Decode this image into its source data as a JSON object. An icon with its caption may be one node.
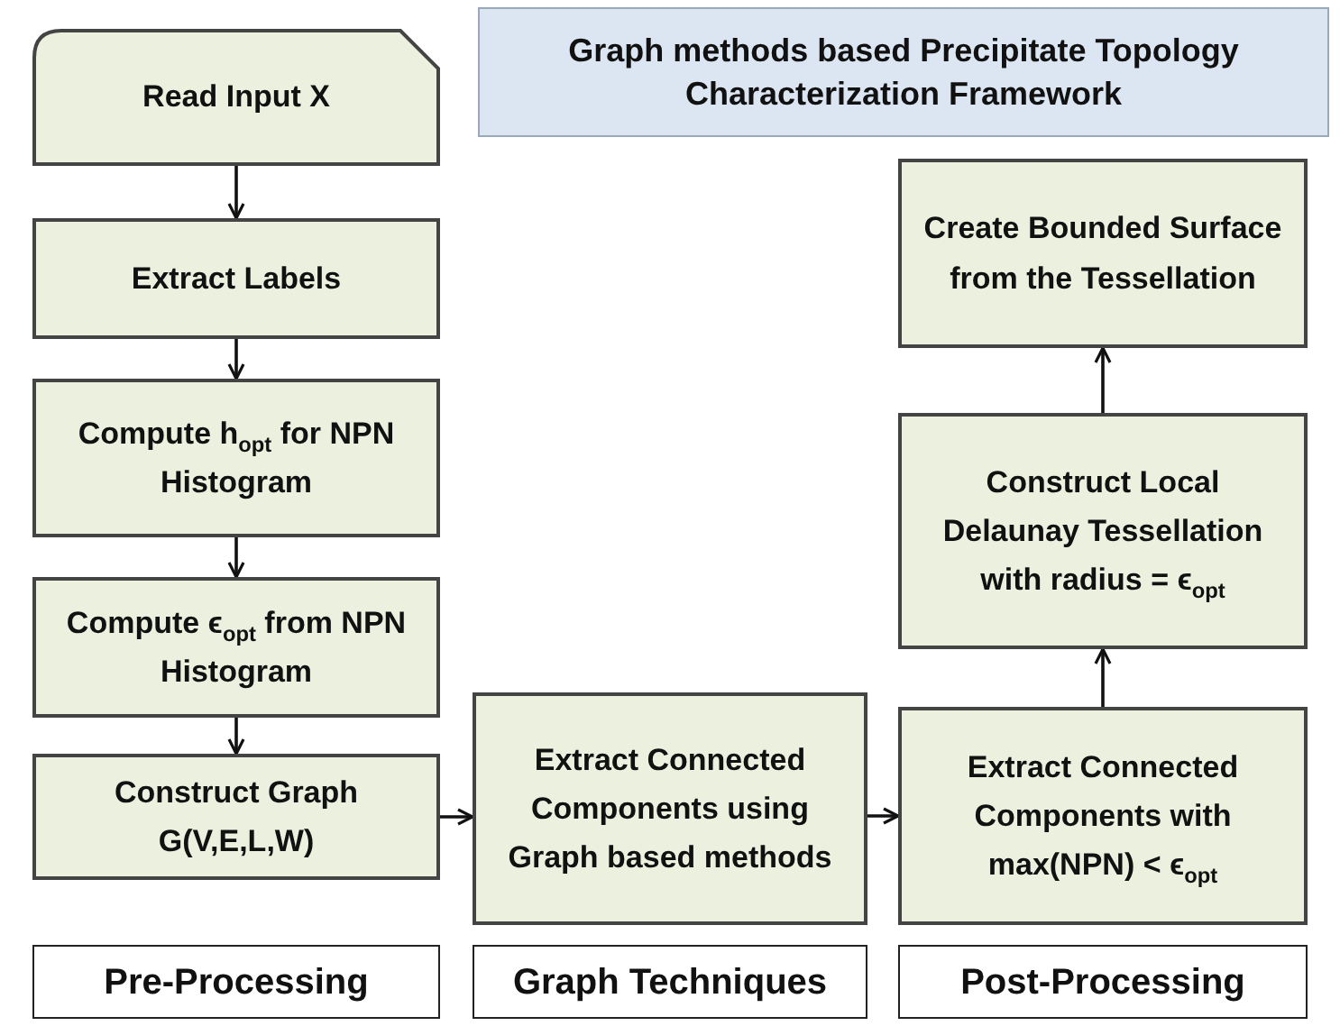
{
  "diagram": {
    "title": "Graph methods based Precipitate Topology Characterization Framework",
    "nodes": [
      {
        "text": [
          "Read Input X"
        ]
      },
      {
        "text": [
          "Extract Labels"
        ]
      },
      {
        "text": [
          "Compute h$_{opt}$ for NPN Histogram"
        ]
      },
      {
        "text": [
          "Compute ϵ$_{opt}$ from NPN Histogram"
        ]
      },
      {
        "text": [
          "Construct Graph G(V,E,L,W)"
        ]
      },
      {
        "text": [
          "Extract Connected Components using Graph based methods"
        ]
      },
      {
        "text": [
          "Extract Connected Components with max(NPN) < ϵ$_{opt}$"
        ]
      },
      {
        "text": [
          "Construct Local Delaunay Tessellation with radius = ϵ$_{opt}$"
        ]
      },
      {
        "text": [
          "Create Bounded Surface from the Tessellation"
        ]
      },
      {
        "text": [
          "Pre-Processing"
        ]
      },
      {
        "text": [
          "Graph Techniques"
        ]
      },
      {
        "text": [
          "Post-Processing"
        ]
      }
    ],
    "edges": [
      {
        "from": 0,
        "to": 1,
        "arrow": "to"
      },
      {
        "from": 1,
        "to": 2,
        "arrow": "to"
      },
      {
        "from": 2,
        "to": 3,
        "arrow": "to"
      },
      {
        "from": 3,
        "to": 4,
        "arrow": "to"
      },
      {
        "from": 4,
        "to": 5,
        "arrow": "to"
      },
      {
        "from": 5,
        "to": 6,
        "arrow": "to"
      },
      {
        "from": 6,
        "to": 7,
        "arrow": "to"
      },
      {
        "from": 7,
        "to": 8,
        "arrow": "to"
      }
    ]
  }
}
